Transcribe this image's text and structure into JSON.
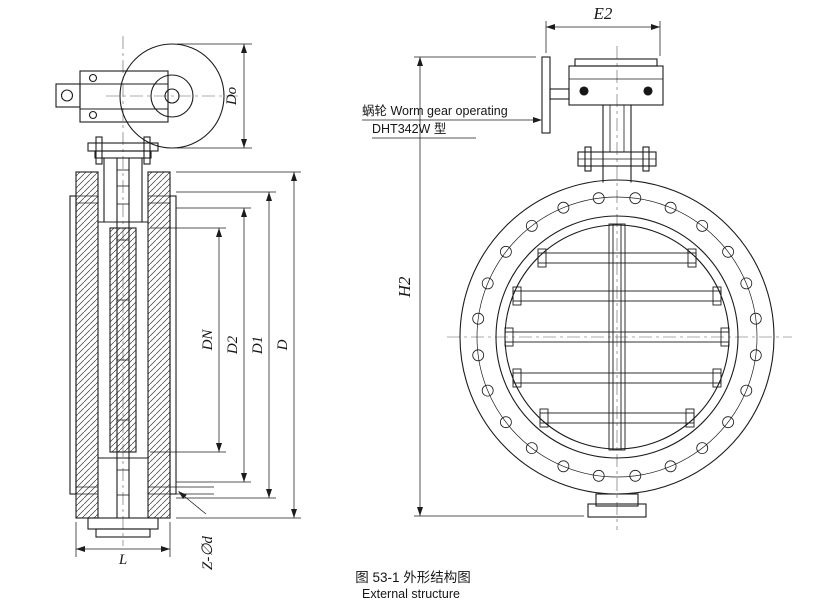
{
  "page": {
    "background": "#ffffff",
    "line_color": "#1c1c1c"
  },
  "annotations": {
    "gear_note_line1": "蜗轮 Worm gear operating",
    "gear_note_line2": "DHT342W 型"
  },
  "dimensions": {
    "side_view": {
      "do": "Do",
      "dn": "DN",
      "d2": "D2",
      "d1": "D1",
      "d": "D",
      "l": "L",
      "bolt_spec": "Z-∅d"
    },
    "front_view": {
      "e2": "E2",
      "h2": "H2"
    }
  },
  "caption": {
    "figure_label": "图 53-1  外形结构图",
    "subtitle": "External  structure"
  }
}
